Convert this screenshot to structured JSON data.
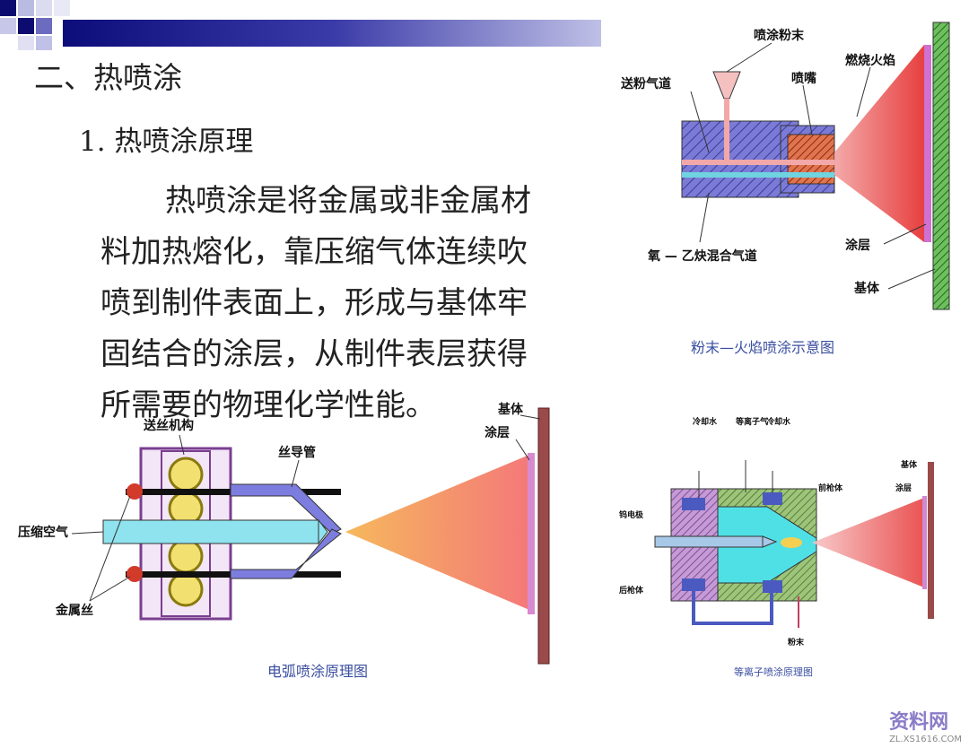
{
  "slide": {
    "title": "二、热喷涂",
    "subtitle": "1. 热喷涂原理",
    "paragraph_lines": [
      "热喷涂是将金属或非金属材",
      "料加热熔化，靠压缩气体连续吹",
      "喷到制件表面上，形成与基体牢",
      "固结合的涂层，从制件表层获得",
      "所需要的物理化学性能。"
    ]
  },
  "diagram_flame": {
    "caption": "粉末—火焰喷涂示意图",
    "labels": {
      "powder": "喷涂粉末",
      "feed": "送粉气道",
      "nozzle": "喷嘴",
      "flame": "燃烧火焰",
      "gas": "氧 — 乙炔混合气道",
      "coating": "涂层",
      "substrate": "基体"
    }
  },
  "diagram_arc": {
    "caption": "电弧喷涂原理图",
    "labels": {
      "feed_mech": "送丝机构",
      "guide": "丝导管",
      "substrate": "基体",
      "coating": "涂层",
      "air": "压缩空气",
      "wire": "金属丝"
    }
  },
  "diagram_plasma": {
    "caption": "等离子喷涂原理图",
    "labels": {
      "water_left": "冷却水",
      "plasma_gas": "等离子气",
      "water_right": "冷却水",
      "front_gun": "前枪体",
      "substrate": "基体",
      "coating": "涂层",
      "electrode": "钨电极",
      "rear_gun": "后枪体",
      "powder": "粉末"
    }
  },
  "watermark": {
    "text": "资料网",
    "url": "ZL.XS1616.COM"
  }
}
